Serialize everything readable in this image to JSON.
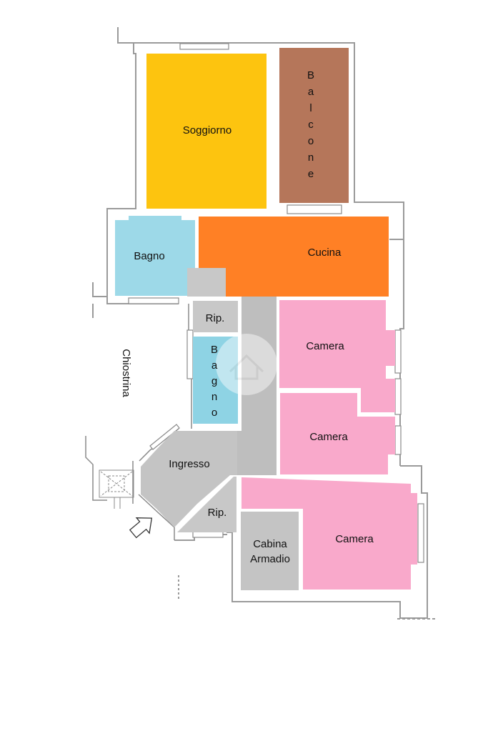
{
  "rooms": {
    "soggiorno": {
      "label": "Soggiorno",
      "color": "#FDC40F"
    },
    "balcone": {
      "label": "Balcone",
      "letters": [
        "B",
        "a",
        "l",
        "c",
        "o",
        "n",
        "e"
      ],
      "color": "#B5765A"
    },
    "bagno_1": {
      "label": "Bagno",
      "color": "#9DD9E8"
    },
    "cucina": {
      "label": "Cucina",
      "color": "#FF8025"
    },
    "rip_1": {
      "label": "Rip.",
      "color": "#C8C8C8"
    },
    "bagno_2": {
      "label": "Bagno",
      "letters": [
        "B",
        "a",
        "g",
        "n",
        "o"
      ],
      "color": "#8ED3E4"
    },
    "chiostrina": {
      "label": "Chiostrina"
    },
    "camera_1": {
      "label": "Camera",
      "color": "#F9A9CB"
    },
    "camera_2": {
      "label": "Camera",
      "color": "#F9A9CB"
    },
    "ingresso": {
      "label": "Ingresso",
      "color": "#C4C4C4"
    },
    "rip_2": {
      "label": "Rip.",
      "color": "#C8C8C8"
    },
    "cabina_armadio": {
      "label_lines": [
        "Cabina",
        "Armadio"
      ],
      "color": "#C4C4C4"
    },
    "camera_3": {
      "label": "Camera",
      "color": "#F9A9CB"
    }
  },
  "icons": {
    "entrance": "entrance-arrow-icon",
    "watermark": "logo-watermark-icon"
  },
  "colors": {
    "wall": "#9A9A9A",
    "corridor": "#BEBEBE",
    "closet_cell": "#C8C8C8"
  }
}
